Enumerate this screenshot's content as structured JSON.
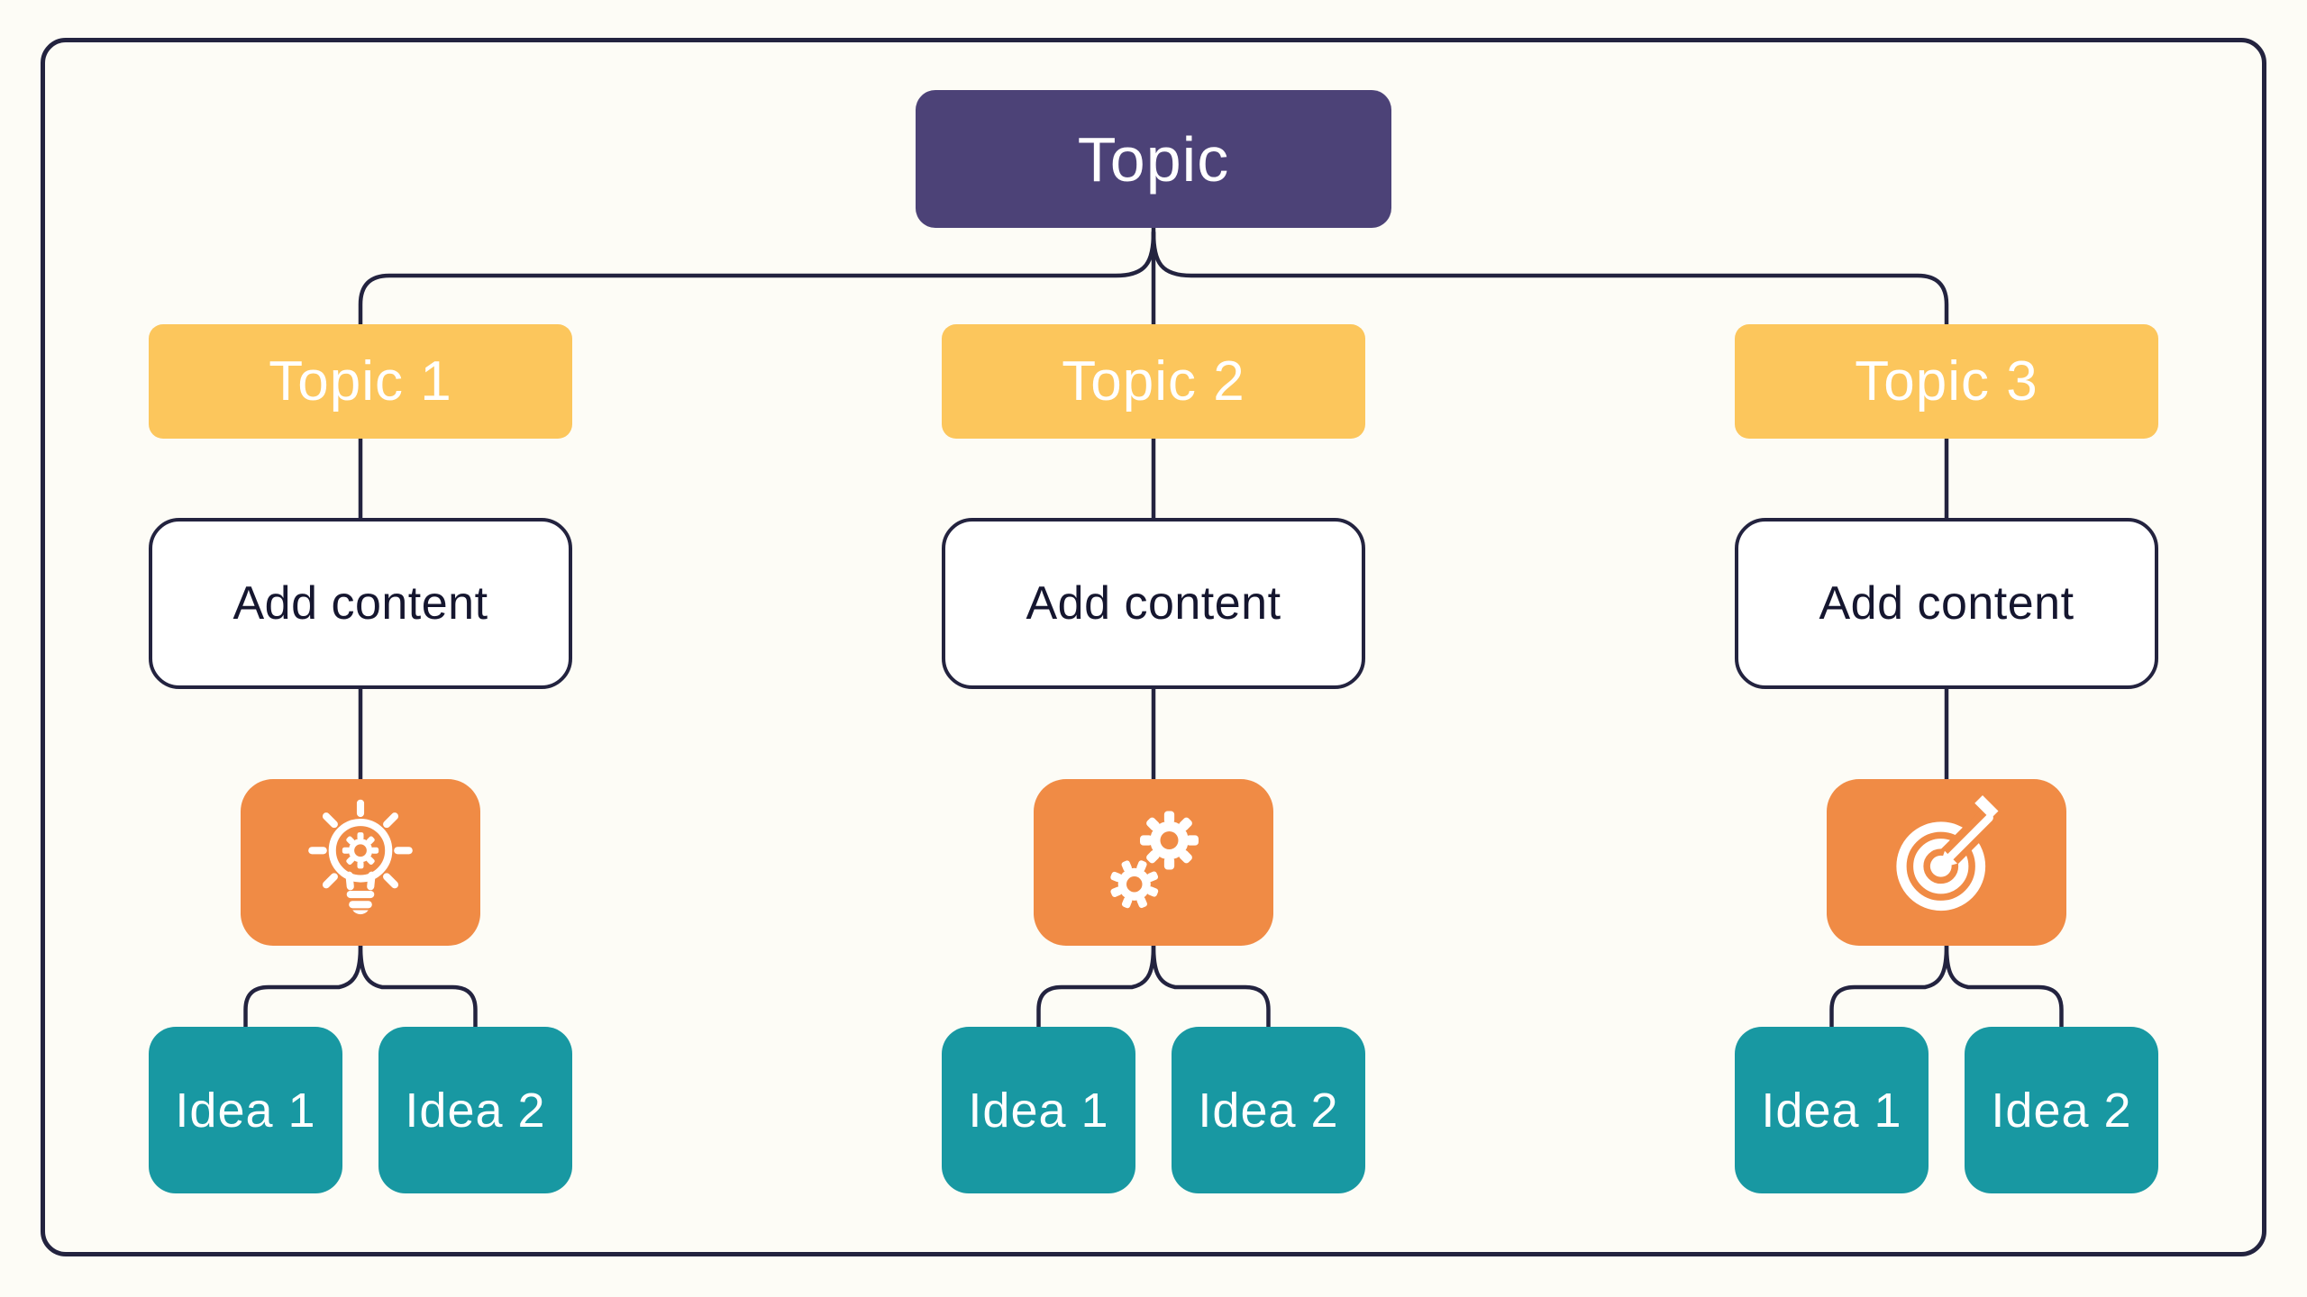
{
  "root": {
    "label": "Topic"
  },
  "columns": [
    {
      "topic": "Topic 1",
      "content": "Add content",
      "icon": "lightbulb-gear-icon",
      "ideas": [
        "Idea 1",
        "Idea 2"
      ]
    },
    {
      "topic": "Topic 2",
      "content": "Add content",
      "icon": "gears-icon",
      "ideas": [
        "Idea 1",
        "Idea 2"
      ]
    },
    {
      "topic": "Topic 3",
      "content": "Add content",
      "icon": "target-arrow-icon",
      "ideas": [
        "Idea 1",
        "Idea 2"
      ]
    }
  ],
  "colors": {
    "canvas_bg": "#FDFCF6",
    "line": "#23233F",
    "root_bg": "#4C4277",
    "topic_bg": "#FCC65C",
    "icon_bg": "#F08B45",
    "idea_bg": "#1898A2",
    "node_text": "#FFFFFF",
    "content_text": "#15162F"
  }
}
